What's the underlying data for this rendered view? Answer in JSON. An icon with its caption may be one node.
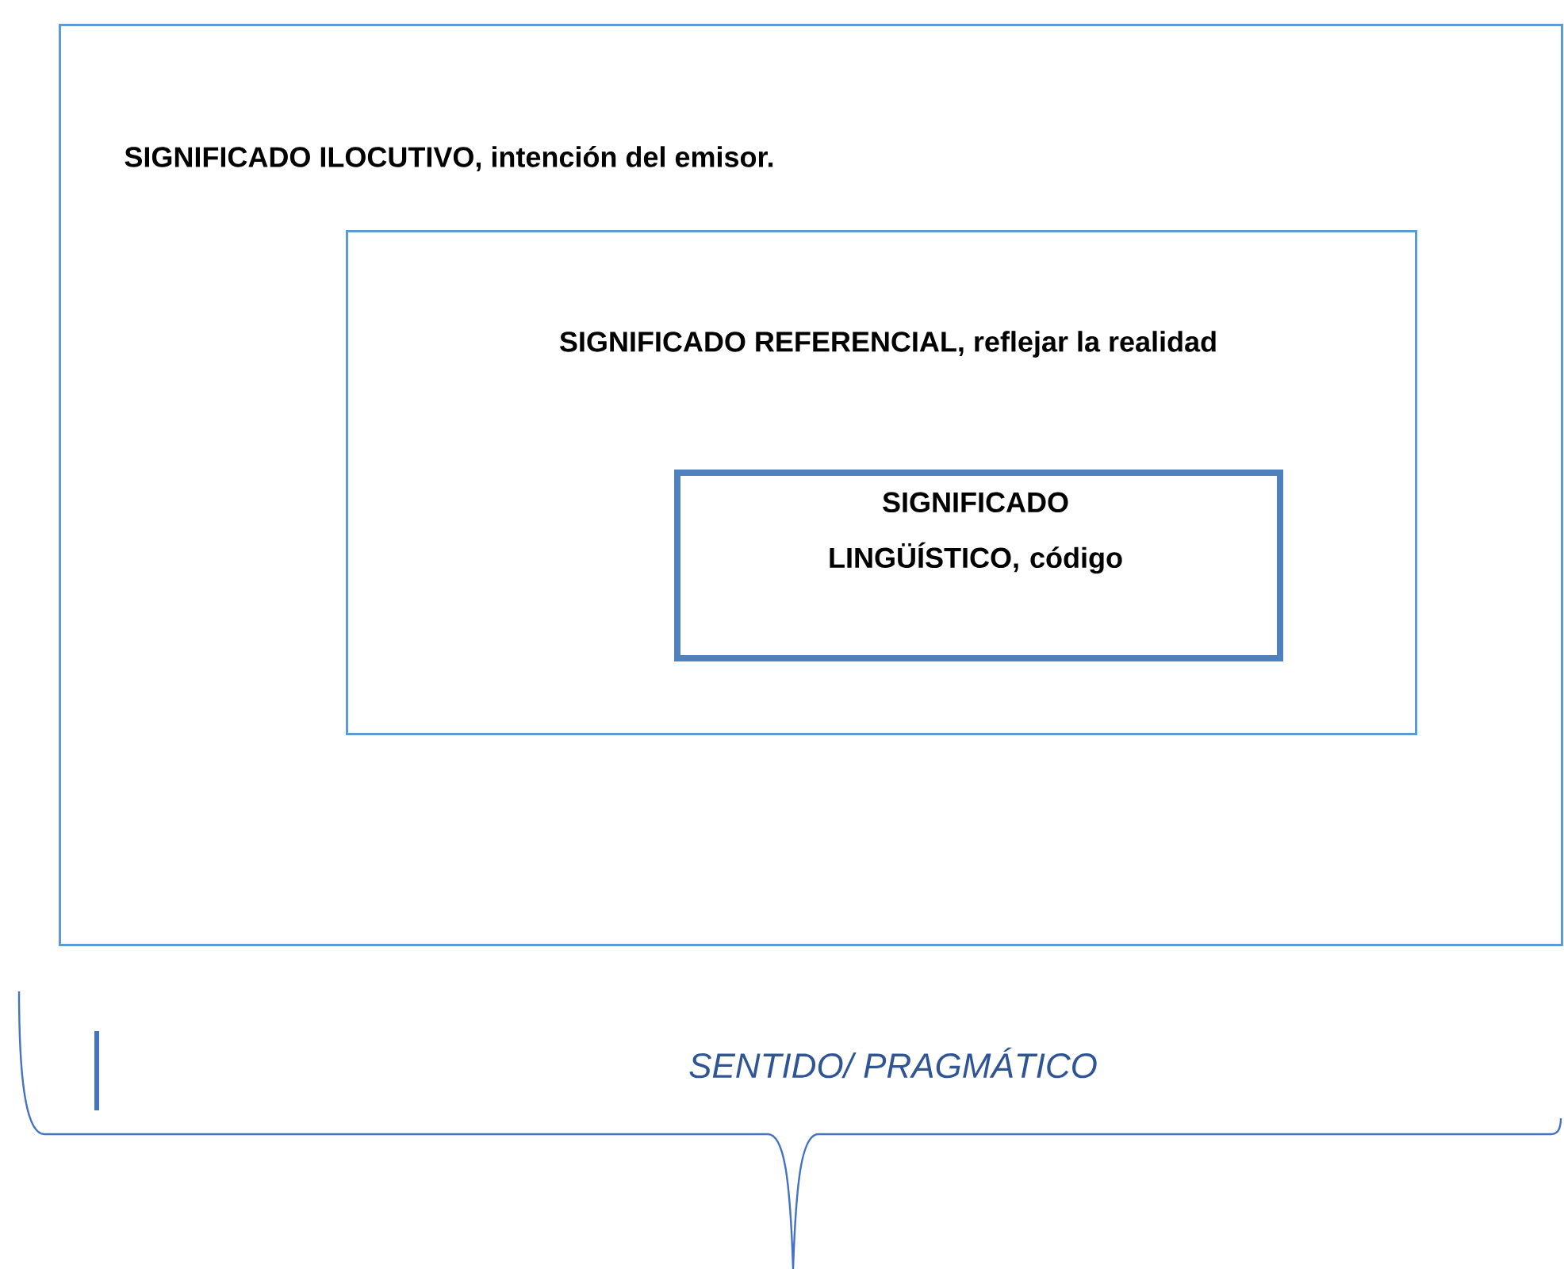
{
  "diagram": {
    "nodes": [
      {
        "text": [
          "SIGNIFICADO ILOCUTIVO, intención del emisor."
        ]
      },
      {
        "text": [
          "SIGNIFICADO REFERENCIAL, reflejar la realidad"
        ],
        "in": 0
      },
      {
        "text": [
          "SIGNIFICADO LINGÜÍSTICO, código"
        ],
        "in": 1
      }
    ],
    "edges": [],
    "labels": [
      "SENTIDO/ PRAGMÁTICO"
    ]
  }
}
